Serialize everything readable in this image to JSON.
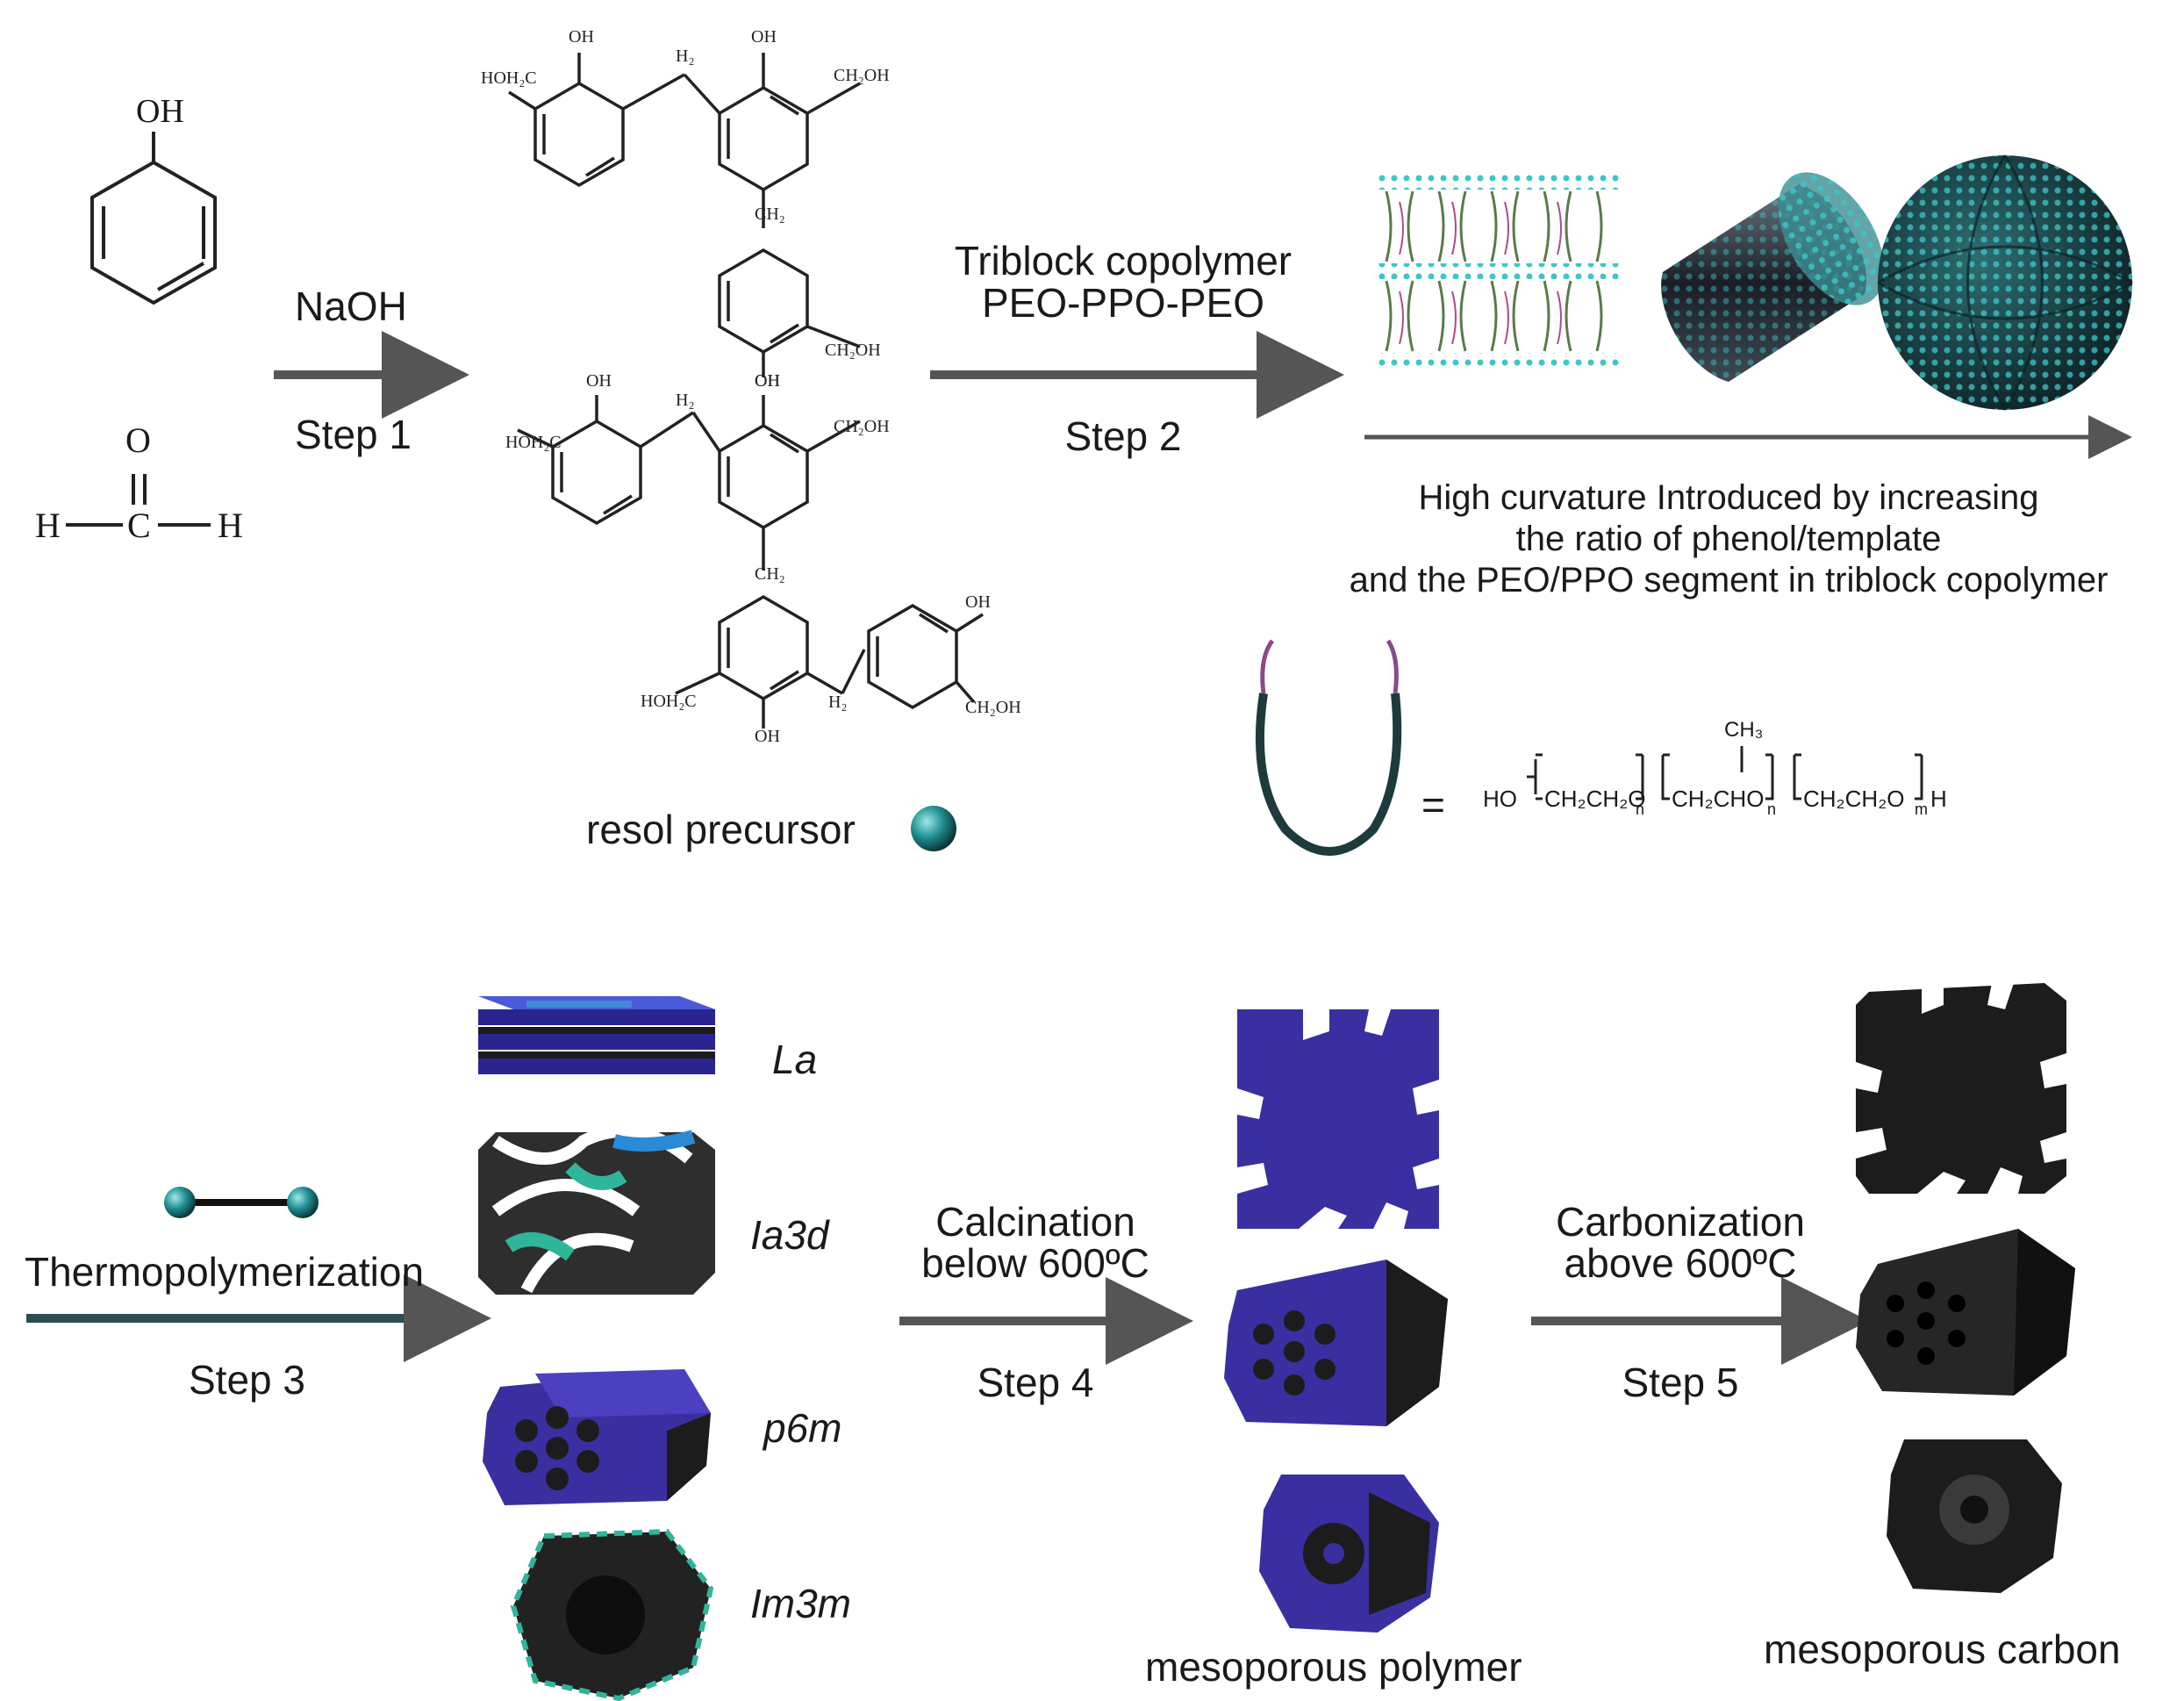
{
  "reactants": {
    "phenol_oh": "OH",
    "formaldehyde_h_left": "H",
    "formaldehyde_c": "C",
    "formaldehyde_h_right": "H",
    "formaldehyde_o": "O"
  },
  "step1": {
    "reagent": "NaOH",
    "step": "Step 1"
  },
  "resol": {
    "label": "resol precursor"
  },
  "step2": {
    "reagent_line1": "Triblock copolymer",
    "reagent_line2": "PEO-PPO-PEO",
    "step": "Step 2"
  },
  "curvature": {
    "line1": "High curvature Introduced by increasing",
    "line2": "the ratio of phenol/template",
    "line3": "and the PEO/PPO segment in triblock copolymer"
  },
  "copolymer_formula": {
    "equals": "=",
    "ho": "HO",
    "peo1": "CH₂CH₂O",
    "ppo": "CH₂CHO",
    "peo2": "CH₂CH₂O",
    "h": "H",
    "methyl": "CH₃",
    "sub_n": "n",
    "sub_m": "m"
  },
  "step3": {
    "reagent": "Thermopolymerization",
    "step": "Step 3"
  },
  "phases": {
    "la": "La",
    "ia3d": "Ia3d",
    "p6m": "p6m",
    "im3m": "Im3m"
  },
  "step4": {
    "line1": "Calcination",
    "line2": "below 600ºC",
    "step": "Step 4"
  },
  "step5": {
    "line1": "Carbonization",
    "line2": "above 600ºC",
    "step": "Step 5"
  },
  "products": {
    "polymer": "mesoporous polymer",
    "carbon": "mesoporous carbon"
  },
  "colors": {
    "polymer_blue": "#3a2fa0",
    "carbon_black": "#1c1c1c",
    "cyan_bead": "#2aa0a0",
    "arrow": "#555555"
  }
}
